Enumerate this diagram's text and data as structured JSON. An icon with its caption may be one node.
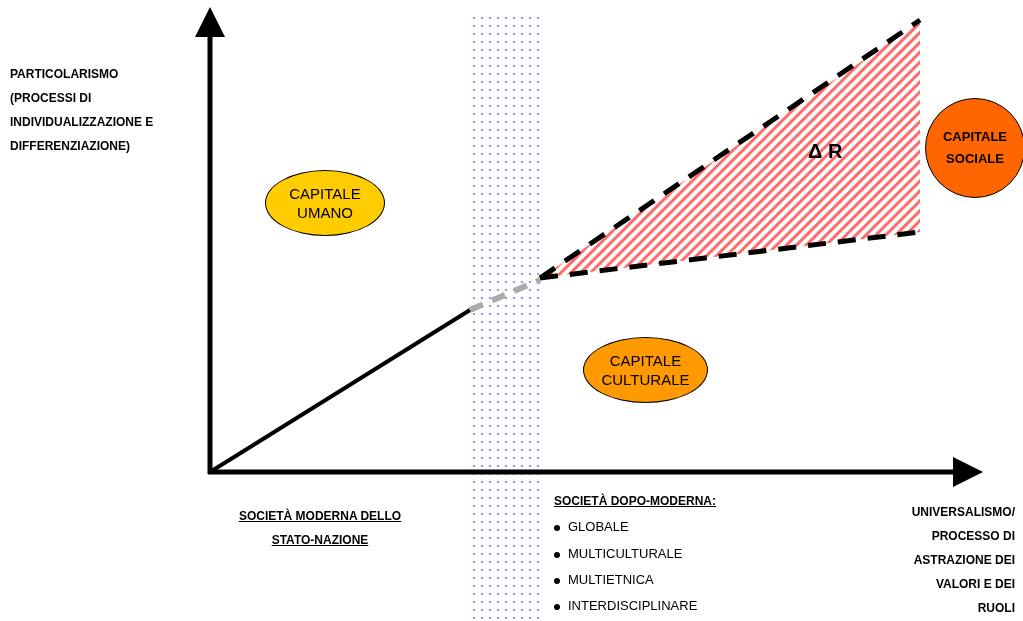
{
  "diagram": {
    "nodes": [
      {
        "text": [
          "CAPITALE UMANO"
        ]
      },
      {
        "text": [
          "CAPITALE CULTURALE"
        ]
      },
      {
        "text": [
          "CAPITALE SOCIALE"
        ]
      }
    ],
    "labels": [
      "PARTICOLARISMO (PROCESSI DI INDIVIDUALIZZAZIONE E DIFFERENZIAZIONE)",
      "Δ R",
      "SOCIETÀ MODERNA DELLO STATO-NAZIONE",
      "SOCIETÀ DOPO-MODERNA:",
      "GLOBALE",
      "MULTICULTURALE",
      "MULTIETNICA",
      "INTERDISCIPLINARE",
      "UNIVERSALISMO/ PROCESSO DI ASTRAZIONE DEI VALORI E DEI RUOLI"
    ]
  }
}
